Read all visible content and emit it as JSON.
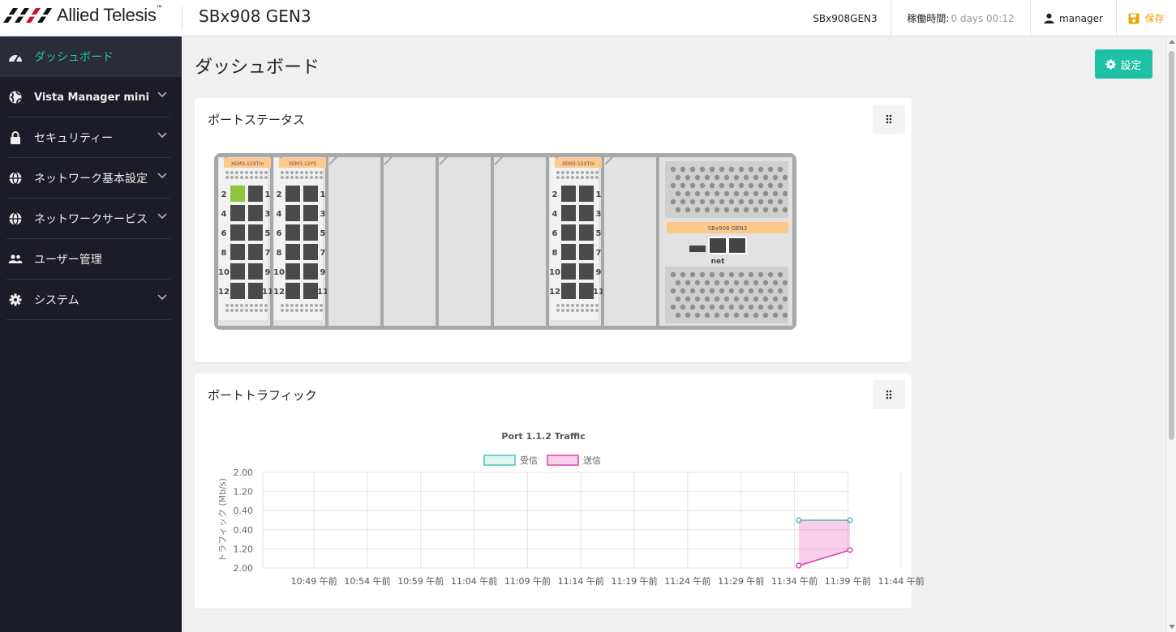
{
  "header": {
    "brand": "Allied Telesis",
    "brand_tm": "™",
    "model_title": "SBx908 GEN3",
    "hostname": "SBx908GEN3",
    "uptime_label": "稼働時間:",
    "uptime_value": "0 days 00:12",
    "user": "manager",
    "save_label": "保存"
  },
  "sidebar": {
    "items": [
      {
        "label": "ダッシュボード",
        "icon": "dashboard-icon",
        "active": true
      },
      {
        "label": "Vista Manager mini",
        "icon": "globe-icon",
        "expandable": true
      },
      {
        "label": "セキュリティー",
        "icon": "lock-icon",
        "expandable": true
      },
      {
        "label": "ネットワーク基本設定",
        "icon": "network-icon",
        "expandable": true
      },
      {
        "label": "ネットワークサービス",
        "icon": "network-icon",
        "expandable": true
      },
      {
        "label": "ユーザー管理",
        "icon": "users-icon"
      },
      {
        "label": "システム",
        "icon": "gear-icon",
        "expandable": true
      }
    ]
  },
  "main": {
    "title": "ダッシュボード",
    "settings_button": "設定"
  },
  "port_status": {
    "title": "ポートステータス",
    "cards": [
      {
        "label": "XEM3-12XTm",
        "ports": [
          "2",
          "1",
          "4",
          "3",
          "6",
          "5",
          "8",
          "7",
          "10",
          "9",
          "12",
          "11"
        ],
        "active_ports": [
          "2"
        ]
      },
      {
        "label": "XEM3-12YS",
        "ports": [
          "2",
          "1",
          "4",
          "3",
          "6",
          "5",
          "8",
          "7",
          "10",
          "9",
          "12",
          "11"
        ],
        "active_ports": []
      },
      {
        "label": "XEM3-12XTm",
        "ports": [
          "2",
          "1",
          "4",
          "3",
          "6",
          "5",
          "8",
          "7",
          "10",
          "9",
          "12",
          "11"
        ],
        "active_ports": []
      }
    ],
    "controller_label": "SBx908 GEN3",
    "net_label": "net",
    "colors": {
      "link_up": "#8dc63f",
      "port": "#4a4a4a",
      "label_bg": "#fdc98a"
    }
  },
  "port_traffic": {
    "title": "ポートトラフィック"
  },
  "chart_data": {
    "type": "line",
    "title": "Port 1.1.2 Traffic",
    "ylabel": "トラフィック (Mb/s)",
    "xlabel": "",
    "y_tick_labels": [
      "2.00",
      "1.20",
      "0.40",
      "0.40",
      "1.20",
      "2.00"
    ],
    "ylim": [
      -2.0,
      2.0
    ],
    "categories": [
      "10:49 午前",
      "10:54 午前",
      "10:59 午前",
      "11:04 午前",
      "11:09 午前",
      "11:14 午前",
      "11:19 午前",
      "11:24 午前",
      "11:29 午前",
      "11:34 午前",
      "11:39 午前",
      "11:44 午前"
    ],
    "x_range_minutes": [
      0,
      55
    ],
    "series": [
      {
        "name": "受信",
        "color": "#3fc8b8",
        "fill": "rgba(63,200,184,0.15)",
        "points": [
          {
            "t": 50.2,
            "v": 0.0
          },
          {
            "t": 55.0,
            "v": 0.0
          }
        ]
      },
      {
        "name": "送信",
        "color": "#e040b0",
        "fill": "rgba(224,64,176,0.25)",
        "points": [
          {
            "t": 50.2,
            "v": -1.9
          },
          {
            "t": 55.0,
            "v": -1.25
          }
        ]
      }
    ],
    "grid": true,
    "legend": "top"
  }
}
